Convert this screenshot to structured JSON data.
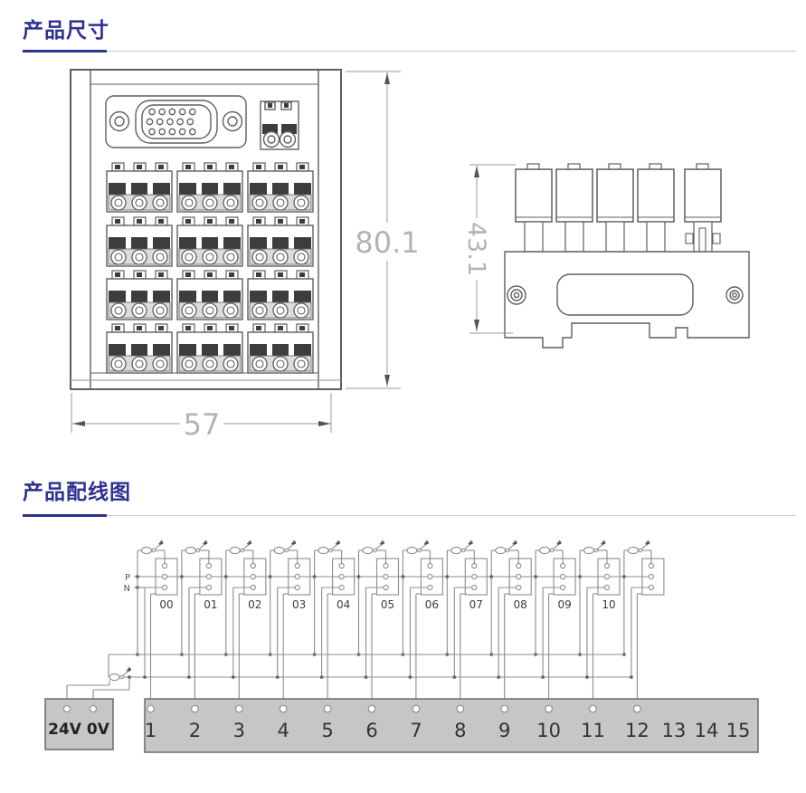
{
  "sections": {
    "dimensions": {
      "title": "产品尺寸"
    },
    "wiring": {
      "title": "产品配线图"
    }
  },
  "dimension_drawing": {
    "front_view": {
      "height_label": "80.1",
      "width_label": "57"
    },
    "side_view": {
      "height_label": "43.1"
    }
  },
  "wiring_diagram": {
    "rail_labels": {
      "p": "P",
      "n": "N"
    },
    "unit_count": 12,
    "unit_labels": [
      "00",
      "01",
      "02",
      "03",
      "04",
      "05",
      "06",
      "07",
      "08",
      "09",
      "10"
    ],
    "power_box_label": "24V 0V",
    "terminal_labels": [
      "1",
      "2",
      "3",
      "4",
      "5",
      "6",
      "7",
      "8",
      "9",
      "10",
      "11",
      "12",
      "13",
      "14",
      "15"
    ],
    "wired_terminal_count": 12
  },
  "colors": {
    "heading": "#2d3191",
    "rule_accent": "#2d3191",
    "rule_line": "#c9c9c9",
    "drawing_line": "#5f5f5f",
    "dim_line": "#9a9a9a",
    "dim_text": "#b3b3b3",
    "wire": "#8c8c8c",
    "dark_band": "#3d3d3d",
    "gray_fill": "#c6c6c6",
    "gray_border": "#6a6a6a"
  }
}
